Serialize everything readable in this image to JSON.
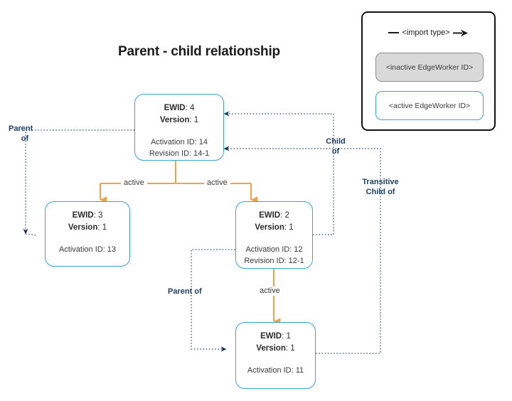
{
  "title": "Parent - child relationship",
  "colors": {
    "node_border": "#35a5d4",
    "active_arrow": "#f0a24a",
    "relation_line": "#5a6b86",
    "arrowhead": "#17305a",
    "legend_border": "#121212",
    "inactive_fill": "#d9d9d9",
    "label_text": "#1d3f63"
  },
  "nodes": [
    {
      "id": "ewid-4",
      "ewid_label": "EWID",
      "ewid_value": "4",
      "version_label": "Version",
      "version_value": "1",
      "activation": "Activation ID: 14",
      "revision": "Revision ID: 14-1"
    },
    {
      "id": "ewid-3",
      "ewid_label": "EWID",
      "ewid_value": "3",
      "version_label": "Version",
      "version_value": "1",
      "activation": "Activation ID: 13",
      "revision": ""
    },
    {
      "id": "ewid-2",
      "ewid_label": "EWID",
      "ewid_value": "2",
      "version_label": "Version",
      "version_value": "1",
      "activation": "Activation ID: 12",
      "revision": "Revision ID: 12-1"
    },
    {
      "id": "ewid-1",
      "ewid_label": "EWID",
      "ewid_value": "1",
      "version_label": "Version",
      "version_value": "1",
      "activation": "Activation ID: 11",
      "revision": ""
    }
  ],
  "edge_labels": {
    "parent_of_left_line1": "Parent",
    "parent_of_left_line2": "of",
    "child_of_line1": "Child",
    "child_of_line2": "of",
    "transitive_line1": "Transitive",
    "transitive_line2": "Child of",
    "parent_of_mid": "Parent of",
    "active_left": "active",
    "active_right": "active",
    "active_down": "active"
  },
  "legend": {
    "import_text": "<import type>",
    "inactive_chip": "<inactive EdgeWorker ID>",
    "active_chip": "<active EdgeWorker ID>"
  }
}
